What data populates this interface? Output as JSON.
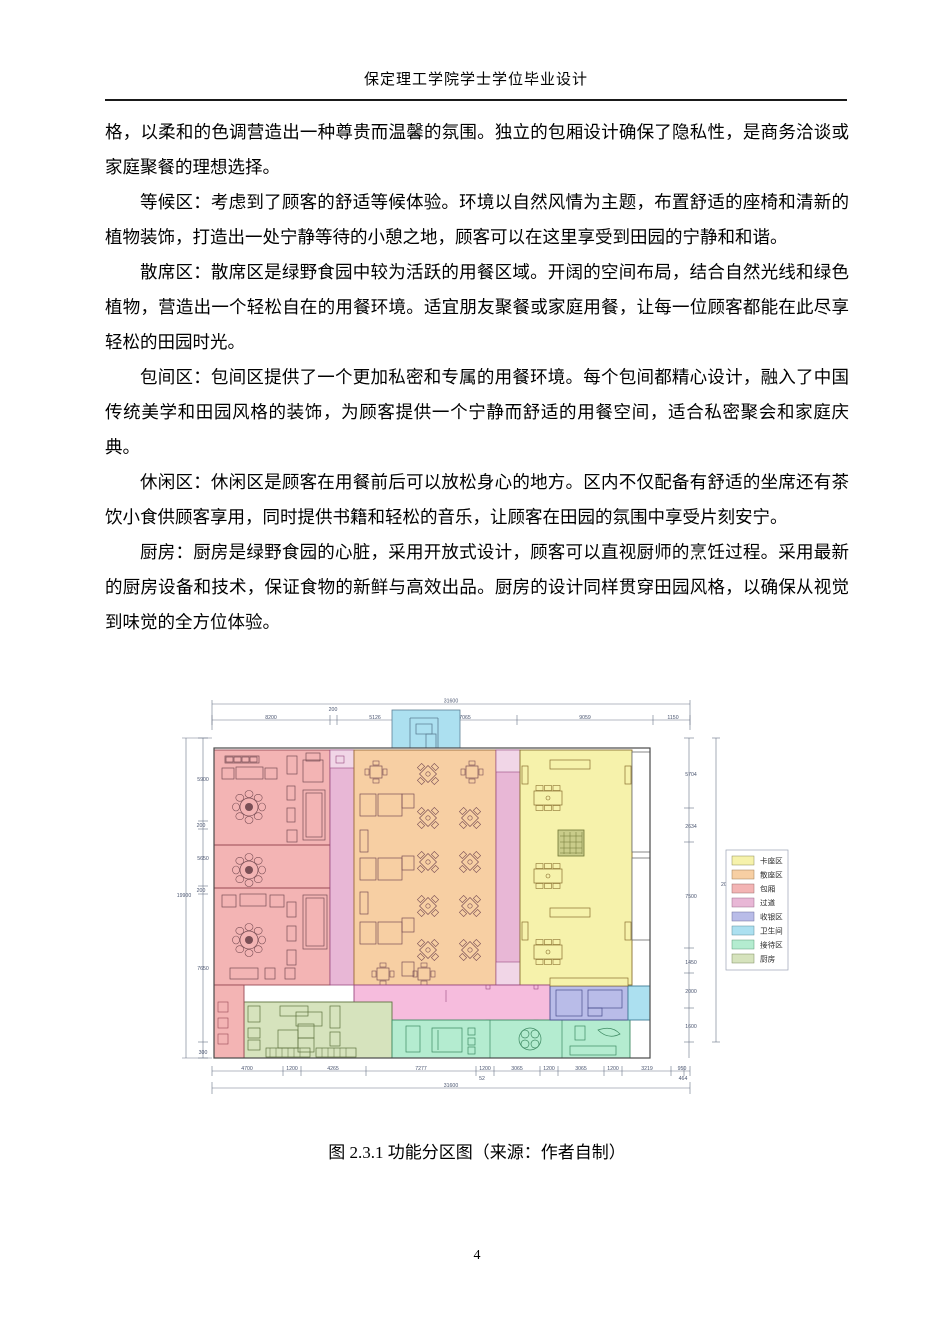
{
  "header": {
    "title": "保定理工学院学士学位毕业设计"
  },
  "body": {
    "paragraphs": [
      {
        "indent": false,
        "text": "格，以柔和的色调营造出一种尊贵而温馨的氛围。独立的包厢设计确保了隐私性，是商务洽谈或家庭聚餐的理想选择。"
      },
      {
        "indent": true,
        "text": "等候区：考虑到了顾客的舒适等候体验。环境以自然风情为主题，布置舒适的座椅和清新的植物装饰，打造出一处宁静等待的小憩之地，顾客可以在这里享受到田园的宁静和和谐。"
      },
      {
        "indent": true,
        "text": "散席区：散席区是绿野食园中较为活跃的用餐区域。开阔的空间布局，结合自然光线和绿色植物，营造出一个轻松自在的用餐环境。适宜朋友聚餐或家庭用餐，让每一位顾客都能在此尽享轻松的田园时光。"
      },
      {
        "indent": true,
        "text": "包间区：包间区提供了一个更加私密和专属的用餐环境。每个包间都精心设计，融入了中国传统美学和田园风格的装饰，为顾客提供一个宁静而舒适的用餐空间，适合私密聚会和家庭庆典。"
      },
      {
        "indent": true,
        "text": "休闲区：休闲区是顾客在用餐前后可以放松身心的地方。区内不仅配备有舒适的坐席还有茶饮小食供顾客享用，同时提供书籍和轻松的音乐，让顾客在田园的氛围中享受片刻安宁。"
      },
      {
        "indent": true,
        "text": "厨房：厨房是绿野食园的心脏，采用开放式设计，顾客可以直视厨师的烹饪过程。采用最新的厨房设备和技术，保证食物的新鲜与高效出品。厨房的设计同样贯穿田园风格，以确保从视觉到味觉的全方位体验。"
      }
    ]
  },
  "figure": {
    "caption": "图 2.3.1  功能分区图（来源：作者自制）",
    "legend": [
      {
        "label": "卡座区",
        "color": "#f6f2ab"
      },
      {
        "label": "散座区",
        "color": "#f7cfa3"
      },
      {
        "label": "包厢",
        "color": "#f3b4b4"
      },
      {
        "label": "过道",
        "color": "#e8b7d6"
      },
      {
        "label": "收银区",
        "color": "#b9bce8"
      },
      {
        "label": "卫生间",
        "color": "#ace0f0"
      },
      {
        "label": "接待区",
        "color": "#b4ecd0"
      },
      {
        "label": "厨房",
        "color": "#d6e3bd"
      }
    ],
    "dimensions": {
      "top_total": "31600",
      "top_segments": [
        "8200",
        "200",
        "5126",
        "7065",
        "9059",
        "1150"
      ],
      "bottom_total": "31600",
      "bottom_segments": [
        "4700",
        "1200",
        "4265",
        "7277",
        "1200",
        "3065",
        "1200",
        "3065",
        "1200",
        "3219",
        "950",
        "464"
      ],
      "bottom_extra": "52",
      "left_total": "19900",
      "left_segments": [
        "5900",
        "200",
        "5650",
        "200",
        "7650",
        "300"
      ],
      "right_total": "20887",
      "right_segments": [
        "5704",
        "2634",
        "7500",
        "1450",
        "2000",
        "1600"
      ]
    }
  },
  "footer": {
    "page_number": "4"
  }
}
